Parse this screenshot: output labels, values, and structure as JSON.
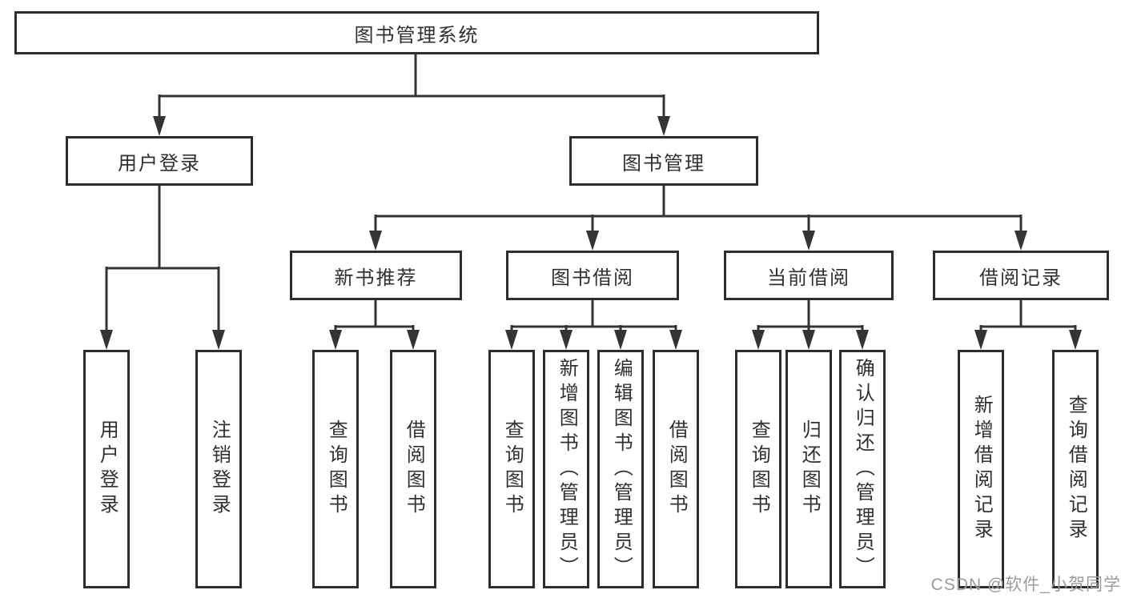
{
  "meta": {
    "watermark": "CSDN @软件_小贺同学"
  },
  "colors": {
    "line": "#343434",
    "box_border": "#2d2d2d",
    "text": "#303030",
    "watermark": "#9b9b9b",
    "background": "#ffffff"
  },
  "nodes": {
    "root": {
      "label": "图书管理系统"
    },
    "level2": [
      {
        "label": "用户登录"
      },
      {
        "label": "图书管理"
      }
    ],
    "level3": [
      {
        "label": "新书推荐"
      },
      {
        "label": "图书借阅"
      },
      {
        "label": "当前借阅"
      },
      {
        "label": "借阅记录"
      }
    ],
    "leaves": {
      "user_login": [
        {
          "label": "用户登录"
        },
        {
          "label": "注销登录"
        }
      ],
      "new_book": [
        {
          "label": "查询图书"
        },
        {
          "label": "借阅图书"
        }
      ],
      "book_borrow": [
        {
          "label": "查询图书"
        },
        {
          "label": "新增图书（管理员）"
        },
        {
          "label": "编辑图书（管理员）"
        },
        {
          "label": "借阅图书"
        }
      ],
      "current_borrow": [
        {
          "label": "查询图书"
        },
        {
          "label": "归还图书"
        },
        {
          "label": "确认归还（管理员）"
        }
      ],
      "borrow_records": [
        {
          "label": "新增借阅记录"
        },
        {
          "label": "查询借阅记录"
        }
      ]
    }
  }
}
